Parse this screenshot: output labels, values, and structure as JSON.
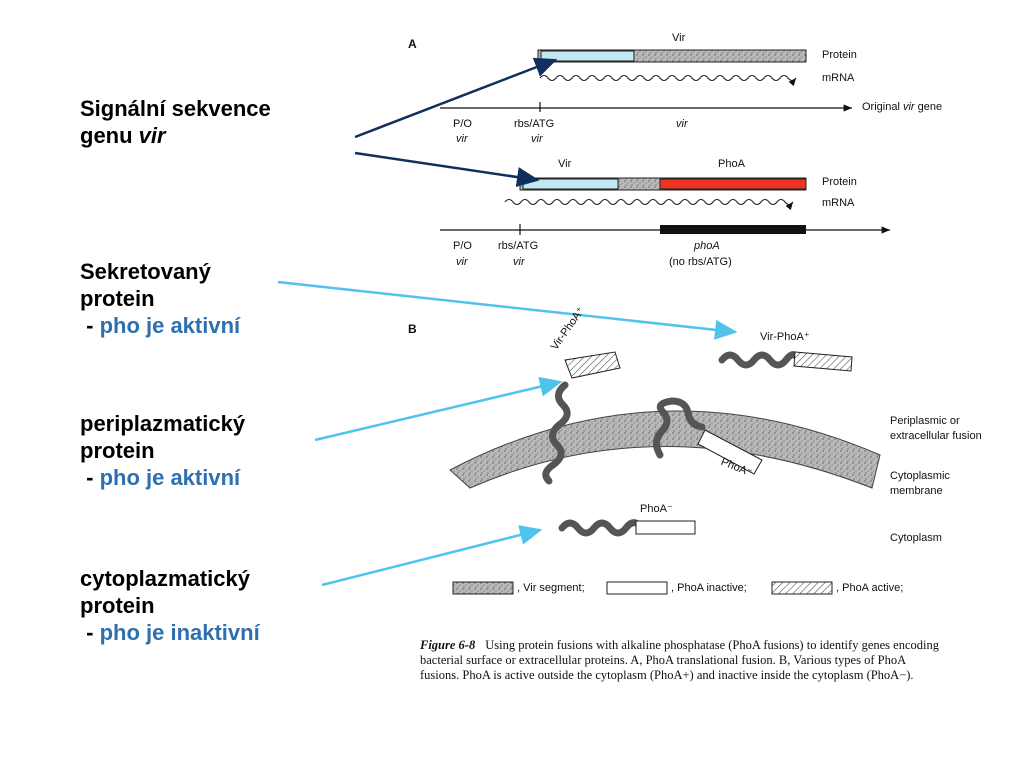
{
  "slide_labels": {
    "signal": {
      "line1": "Signální sekvence",
      "line2_prefix": "genu ",
      "line2_italic": "vir"
    },
    "secreted": {
      "line1": "Sekretovaný",
      "line2": "protein",
      "dash": " - ",
      "status": "pho je aktivní"
    },
    "periplasmic": {
      "line1": "periplazmatický",
      "line2": "protein",
      "dash": " - ",
      "status": "pho je aktivní"
    },
    "cytoplasmic": {
      "line1": "cytoplazmatický",
      "line2": "protein",
      "dash": " - ",
      "status": "pho je inaktivní"
    }
  },
  "figure": {
    "panel_a": "A",
    "panel_b": "B",
    "row1": {
      "vir_label": "Vir",
      "protein": "Protein",
      "mrna": "mRNA",
      "gene": "Original ",
      "gene_italic": "vir",
      "gene_suffix": " gene",
      "po": "P/O",
      "po_sub": "vir",
      "rbs": "rbs/ATG",
      "rbs_sub": "vir",
      "vir_italic": "vir"
    },
    "row2": {
      "vir_label": "Vir",
      "phoa_label": "PhoA",
      "protein": "Protein",
      "mrna": "mRNA",
      "po": "P/O",
      "po_sub": "vir",
      "rbs": "rbs/ATG",
      "rbs_sub": "vir",
      "phoa_gene": "phoA",
      "phoa_note": "(no rbs/ATG)"
    },
    "b_labels": {
      "vir_phoa_plus_left": "Vir-PhoA⁺",
      "vir_phoa_plus_right": "Vir-PhoA⁺",
      "phoa_minus_membrane": "PhoA⁻",
      "phoa_minus_cyto": "PhoA⁻",
      "periplasmic": "Periplasmic or",
      "periplasmic2": "extracellular fusion",
      "membrane": "Cytoplasmic",
      "membrane2": "membrane",
      "cytoplasm": "Cytoplasm"
    },
    "legend": {
      "vir": ", Vir segment;",
      "inactive": ", PhoA inactive;",
      "active": ", PhoA active;"
    },
    "caption": {
      "fig_num": "Figure 6-8",
      "text": "Using protein fusions with alkaline phosphatase (PhoA fusions) to identify genes encoding bacterial surface or extracellular proteins. A, PhoA translational fusion. B, Various types of PhoA fusions. PhoA is active outside the cytoplasm (PhoA+) and inactive inside the cytoplasm (PhoA−)."
    }
  },
  "colors": {
    "signal_fill": "#bfe8f3",
    "phoa_red": "#ee3322",
    "arrow_dark": "#0f2f5c",
    "arrow_light": "#4fc3ec",
    "status_blue": "#2e6fb0"
  }
}
